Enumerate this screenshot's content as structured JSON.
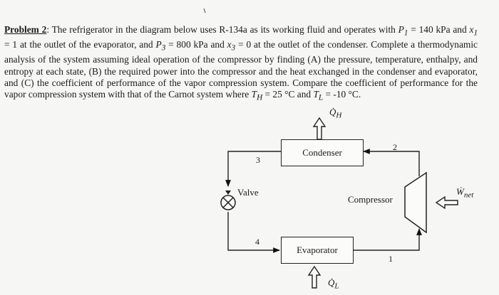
{
  "problem": {
    "label": "Problem 2",
    "t1": ": The refrigerator in the diagram below uses R-134a as its working fluid and operates with ",
    "v_p1": "P",
    "v_p1_sub": "1",
    "t2": " = 140 kPa and ",
    "v_x1": "x",
    "v_x1_sub": "1",
    "t3": " = 1 at the outlet of the evaporator, and ",
    "v_p3": "P",
    "v_p3_sub": "3",
    "t4": " = 800 kPa and ",
    "v_x3": "x",
    "v_x3_sub": "3",
    "t5": " = 0 at the outlet of the condenser. Complete a thermodynamic analysis of the system assuming ideal operation of the compressor by finding (A) the pressure, temperature, enthalpy, and entropy at each state, (B) the required power into the compressor and the heat exchanged in the condenser and evaporator, and (C) the coefficient of performance of the vapor compression system. Compare the coefficient of performance for the vapor compression system with that of the Carnot system where ",
    "v_th": "T",
    "v_th_sub": "H",
    "t6": " = 25 °C and ",
    "v_tl": "T",
    "v_tl_sub": "L",
    "t7": " = -10 °C."
  },
  "diagram": {
    "condenser": "Condenser",
    "evaporator": "Evaporator",
    "compressor": "Compressor",
    "valve": "Valve",
    "qh": "Q̇",
    "qh_sub": "H",
    "ql": "Q̇",
    "ql_sub": "L",
    "wnet": "Ẇ",
    "wnet_sub": "net",
    "state1": "1",
    "state2": "2",
    "state3": "3",
    "state4": "4"
  }
}
